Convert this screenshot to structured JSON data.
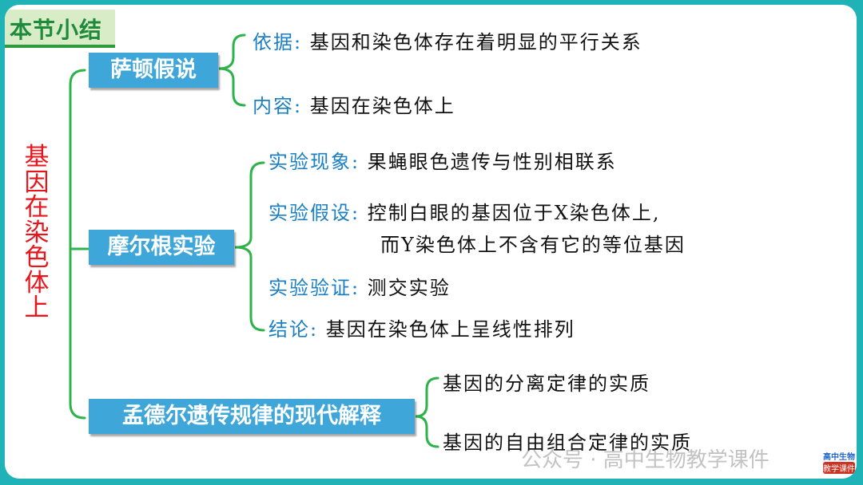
{
  "title": "本节小结",
  "root_label": "基因在染色体上",
  "colors": {
    "frame": "#1fb3b8",
    "line": "#2db34a",
    "node": "#3ea6d8",
    "root": "#e8151b",
    "key": "#1a7fc3"
  },
  "branches": [
    {
      "label": "萨顿假说",
      "items": [
        {
          "key": "依据",
          "colon": ":",
          "text": "基因和染色体存在着明显的平行关系"
        },
        {
          "key": "内容",
          "colon": ":",
          "text": "基因在染色体上"
        }
      ]
    },
    {
      "label": "摩尔根实验",
      "items": [
        {
          "key": "实验现象",
          "colon": ":",
          "text": "果蝇眼色遗传与性别相联系"
        },
        {
          "key": "实验假设",
          "colon": ":",
          "text": "控制白眼的基因位于X染色体上,",
          "text2": "而Y染色体上不含有它的等位基因"
        },
        {
          "key": "实验验证",
          "colon": ":",
          "text": "测交实验"
        },
        {
          "key": "结论",
          "colon": ":",
          "text": "基因在染色体上呈线性排列"
        }
      ]
    },
    {
      "label": "孟德尔遗传规律的现代解释",
      "items": [
        {
          "text": "基因的分离定律的实质"
        },
        {
          "text": "基因的自由组合定律的实质"
        }
      ]
    }
  ],
  "watermark": {
    "text": "公众号 · 高中生物教学课件",
    "logo_line1": "高中生物",
    "logo_line2": "教学课件"
  }
}
